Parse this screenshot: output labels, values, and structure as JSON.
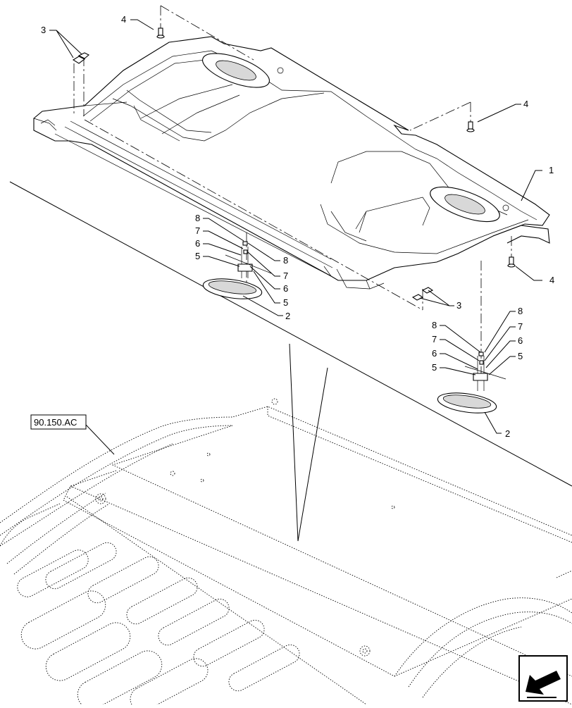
{
  "callouts": {
    "c1": "1",
    "c2a": "2",
    "c2b": "2",
    "c3a": "3",
    "c3b": "3",
    "c4a": "4",
    "c4b": "4",
    "c4c": "4",
    "left_group": [
      "8",
      "7",
      "6",
      "5"
    ],
    "left_group_r": [
      "8",
      "7",
      "6",
      "5"
    ],
    "right_group": [
      "8",
      "7",
      "6",
      "5"
    ],
    "right_group_r": [
      "8",
      "7",
      "6",
      "5"
    ]
  },
  "reference": {
    "label": "90.150.AC"
  },
  "nav_icon": "back-arrow-icon"
}
